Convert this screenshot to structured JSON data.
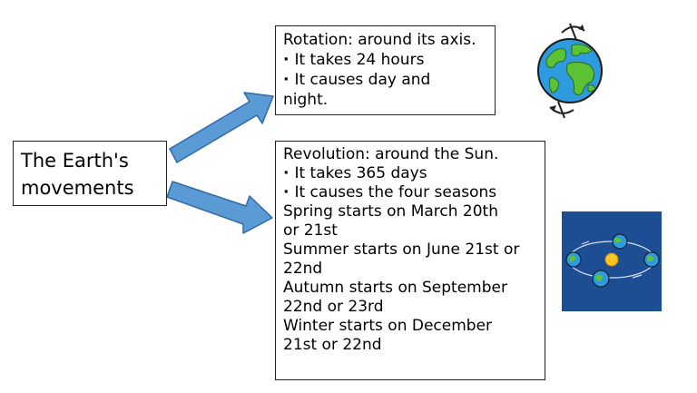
{
  "main": {
    "lines": [
      "The Earth's",
      "movements"
    ]
  },
  "rotation": {
    "title": "Rotation: around its axis.",
    "points": [
      "It takes 24 hours",
      "It causes day and"
    ],
    "continuation": "night."
  },
  "revolution": {
    "title": "Revolution: around the Sun.",
    "points": [
      "It takes 365 days",
      "It causes the four seasons"
    ],
    "seasons": [
      "Spring starts on March 20th",
      "or 21st",
      "Summer starts on June 21st or",
      "22nd",
      "Autumn starts on September",
      "22nd or 23rd",
      "Winter starts on December",
      "21st or 22nd"
    ]
  },
  "colors": {
    "arrow_fill": "#5B9BD5",
    "arrow_stroke": "#2F6AA8",
    "ocean": "#2E9BE0",
    "land": "#5BC236",
    "orbit_bg": "#1D4E93",
    "sun": "#F9C623"
  },
  "icons": {
    "earth": "earth-globe-icon",
    "orbit": "earth-orbit-icon"
  }
}
